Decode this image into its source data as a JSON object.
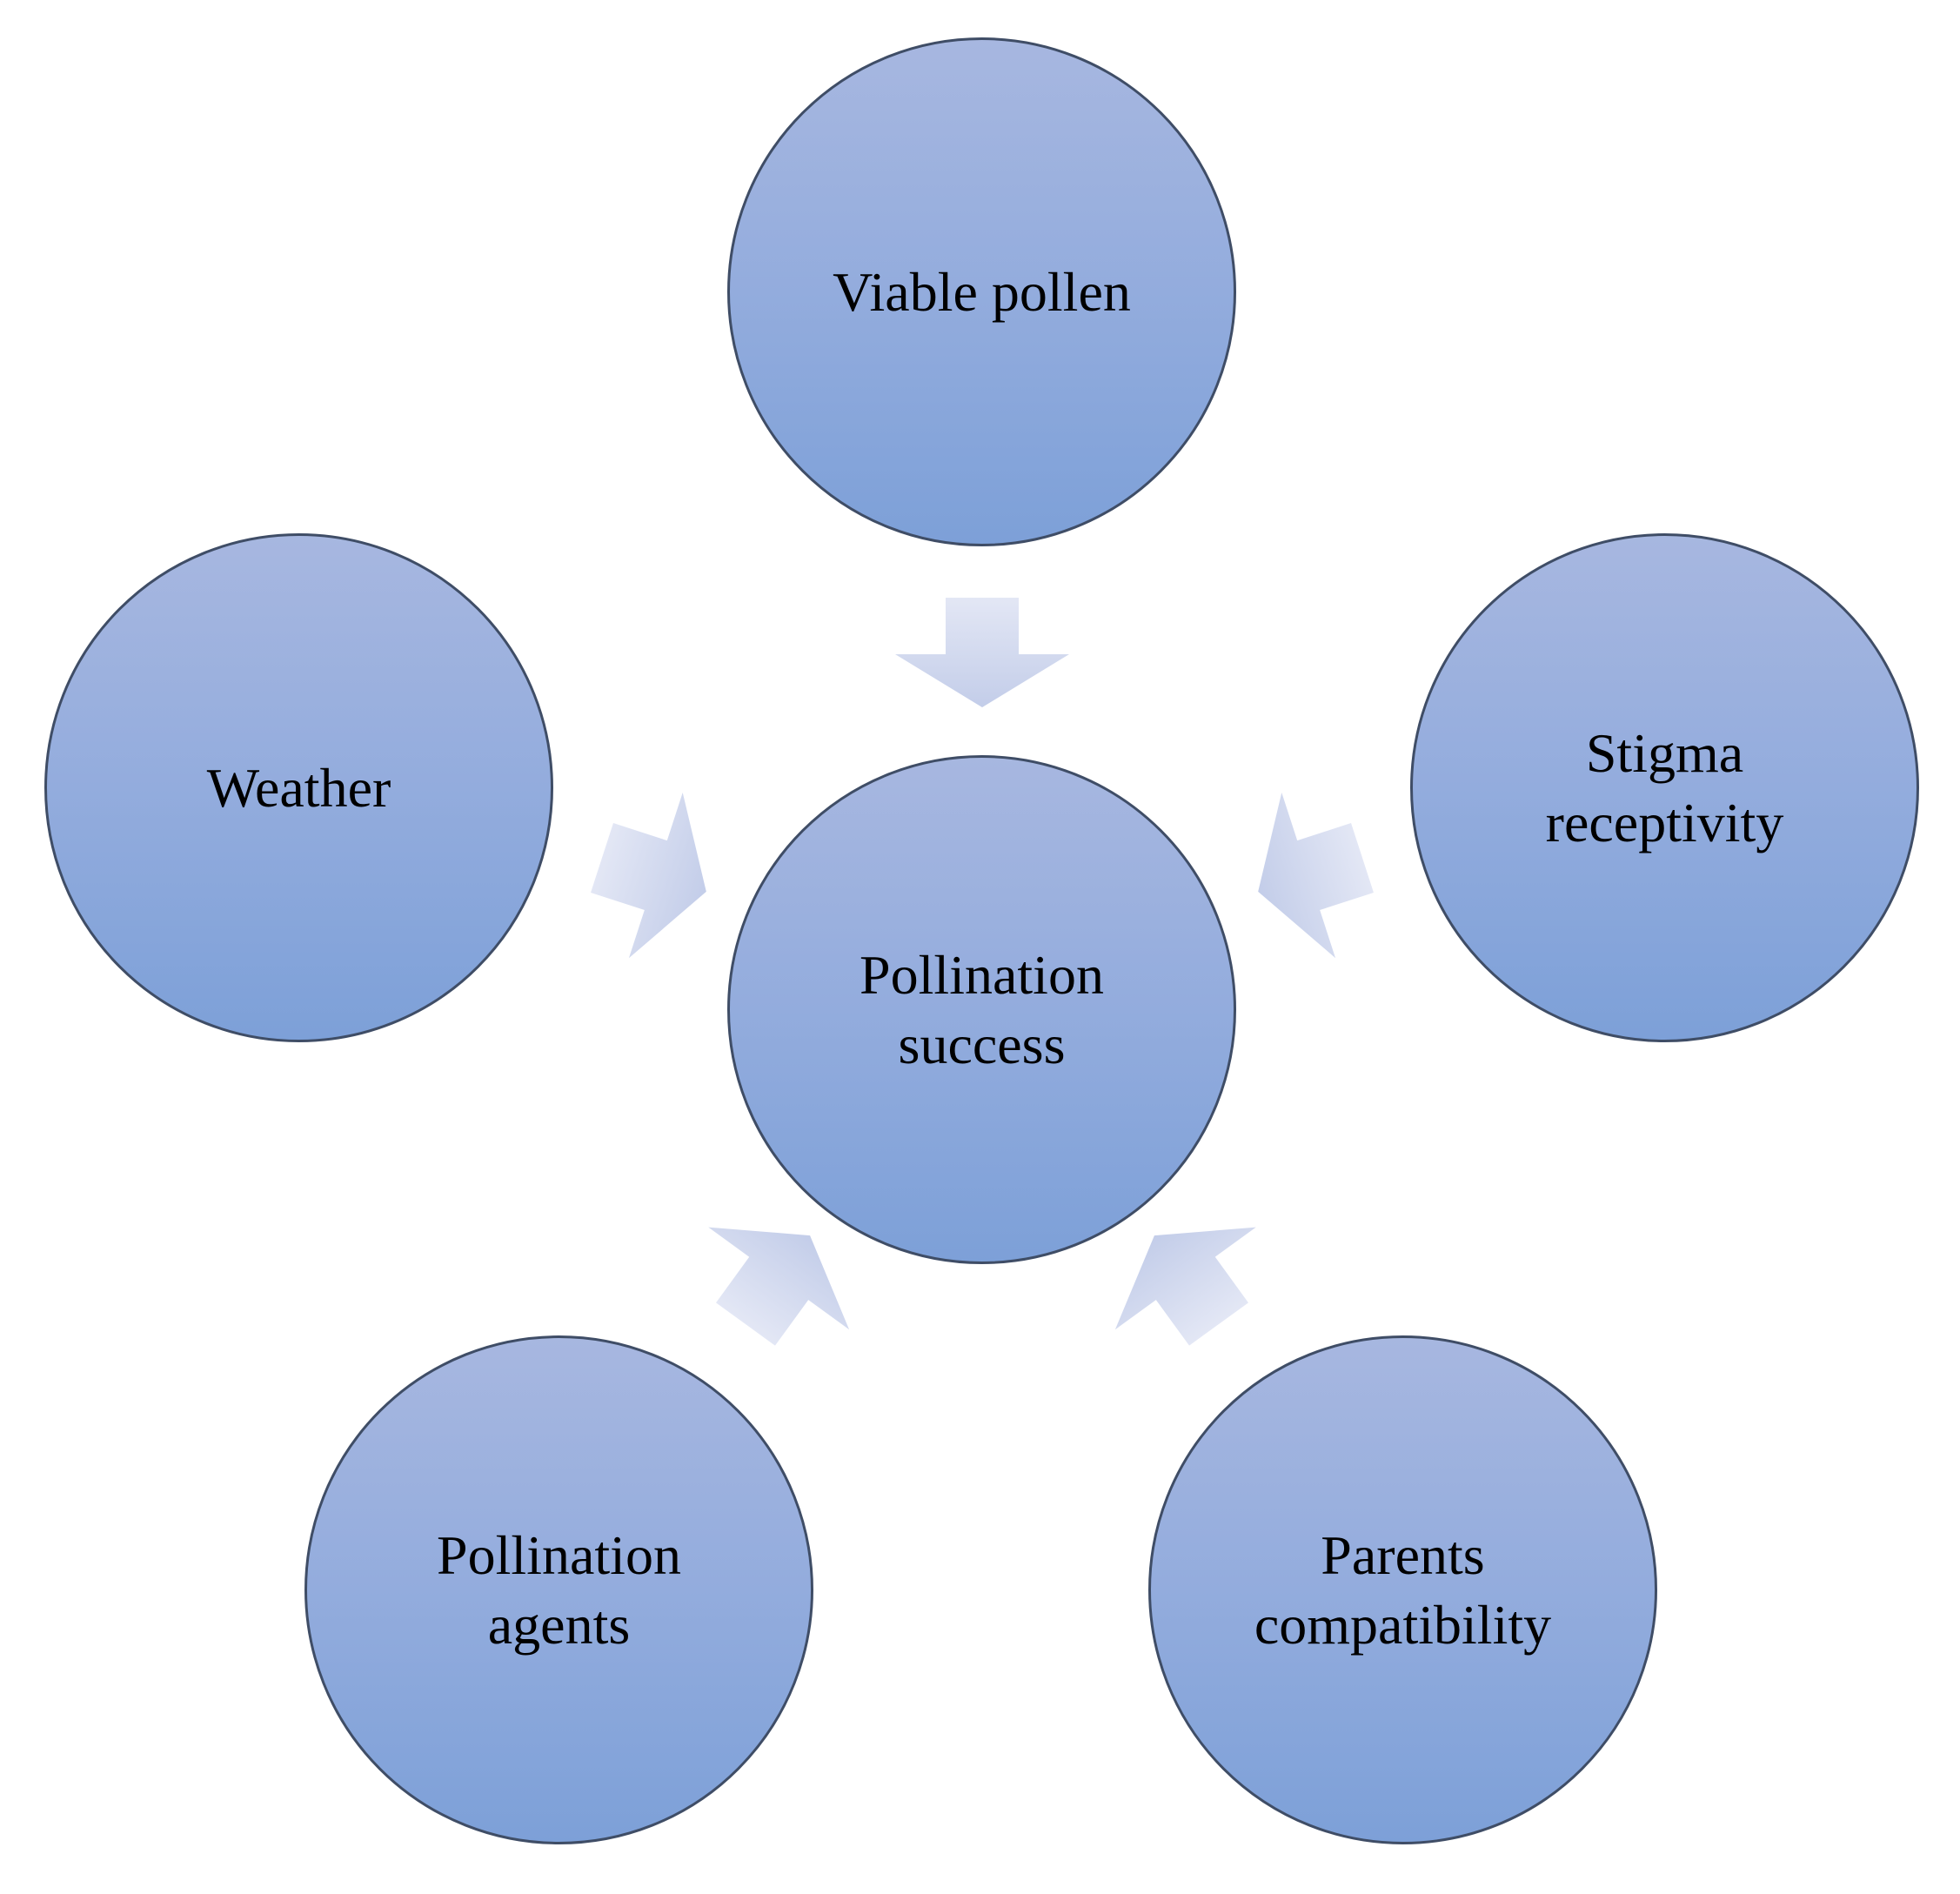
{
  "diagram": {
    "center": {
      "label": "Pollination\nsuccess"
    },
    "factors": [
      {
        "id": "top",
        "label": "Viable pollen"
      },
      {
        "id": "left",
        "label": "Weather"
      },
      {
        "id": "right",
        "label": "Stigma\nreceptivity"
      },
      {
        "id": "bottom-left",
        "label": "Pollination\nagents"
      },
      {
        "id": "bottom-right",
        "label": "Parents\ncompatibility"
      }
    ],
    "colors": {
      "circle_top": "#a7b7e0",
      "circle_bottom": "#7da0d8",
      "circle_border": "#3f4d66",
      "arrow_light": "#e3e7f5",
      "arrow_dark": "#c3cde9",
      "text": "#000000"
    }
  }
}
